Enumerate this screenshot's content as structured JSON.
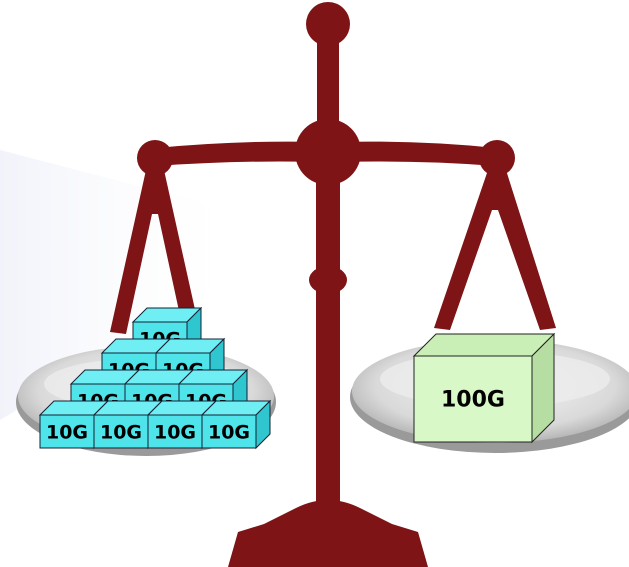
{
  "left_pan": {
    "rows": [
      [
        "10G"
      ],
      [
        "10G",
        "10G"
      ],
      [
        "10G",
        "10G",
        "10G"
      ],
      [
        "10G",
        "10G",
        "10G",
        "10G"
      ]
    ]
  },
  "right_pan": {
    "block_label": "100G"
  },
  "colors": {
    "scale": "#7e1416",
    "small_block_fill": "#4fe3ea",
    "big_block_fill": "#d9f8c8",
    "pan": "#d8d8d8"
  }
}
